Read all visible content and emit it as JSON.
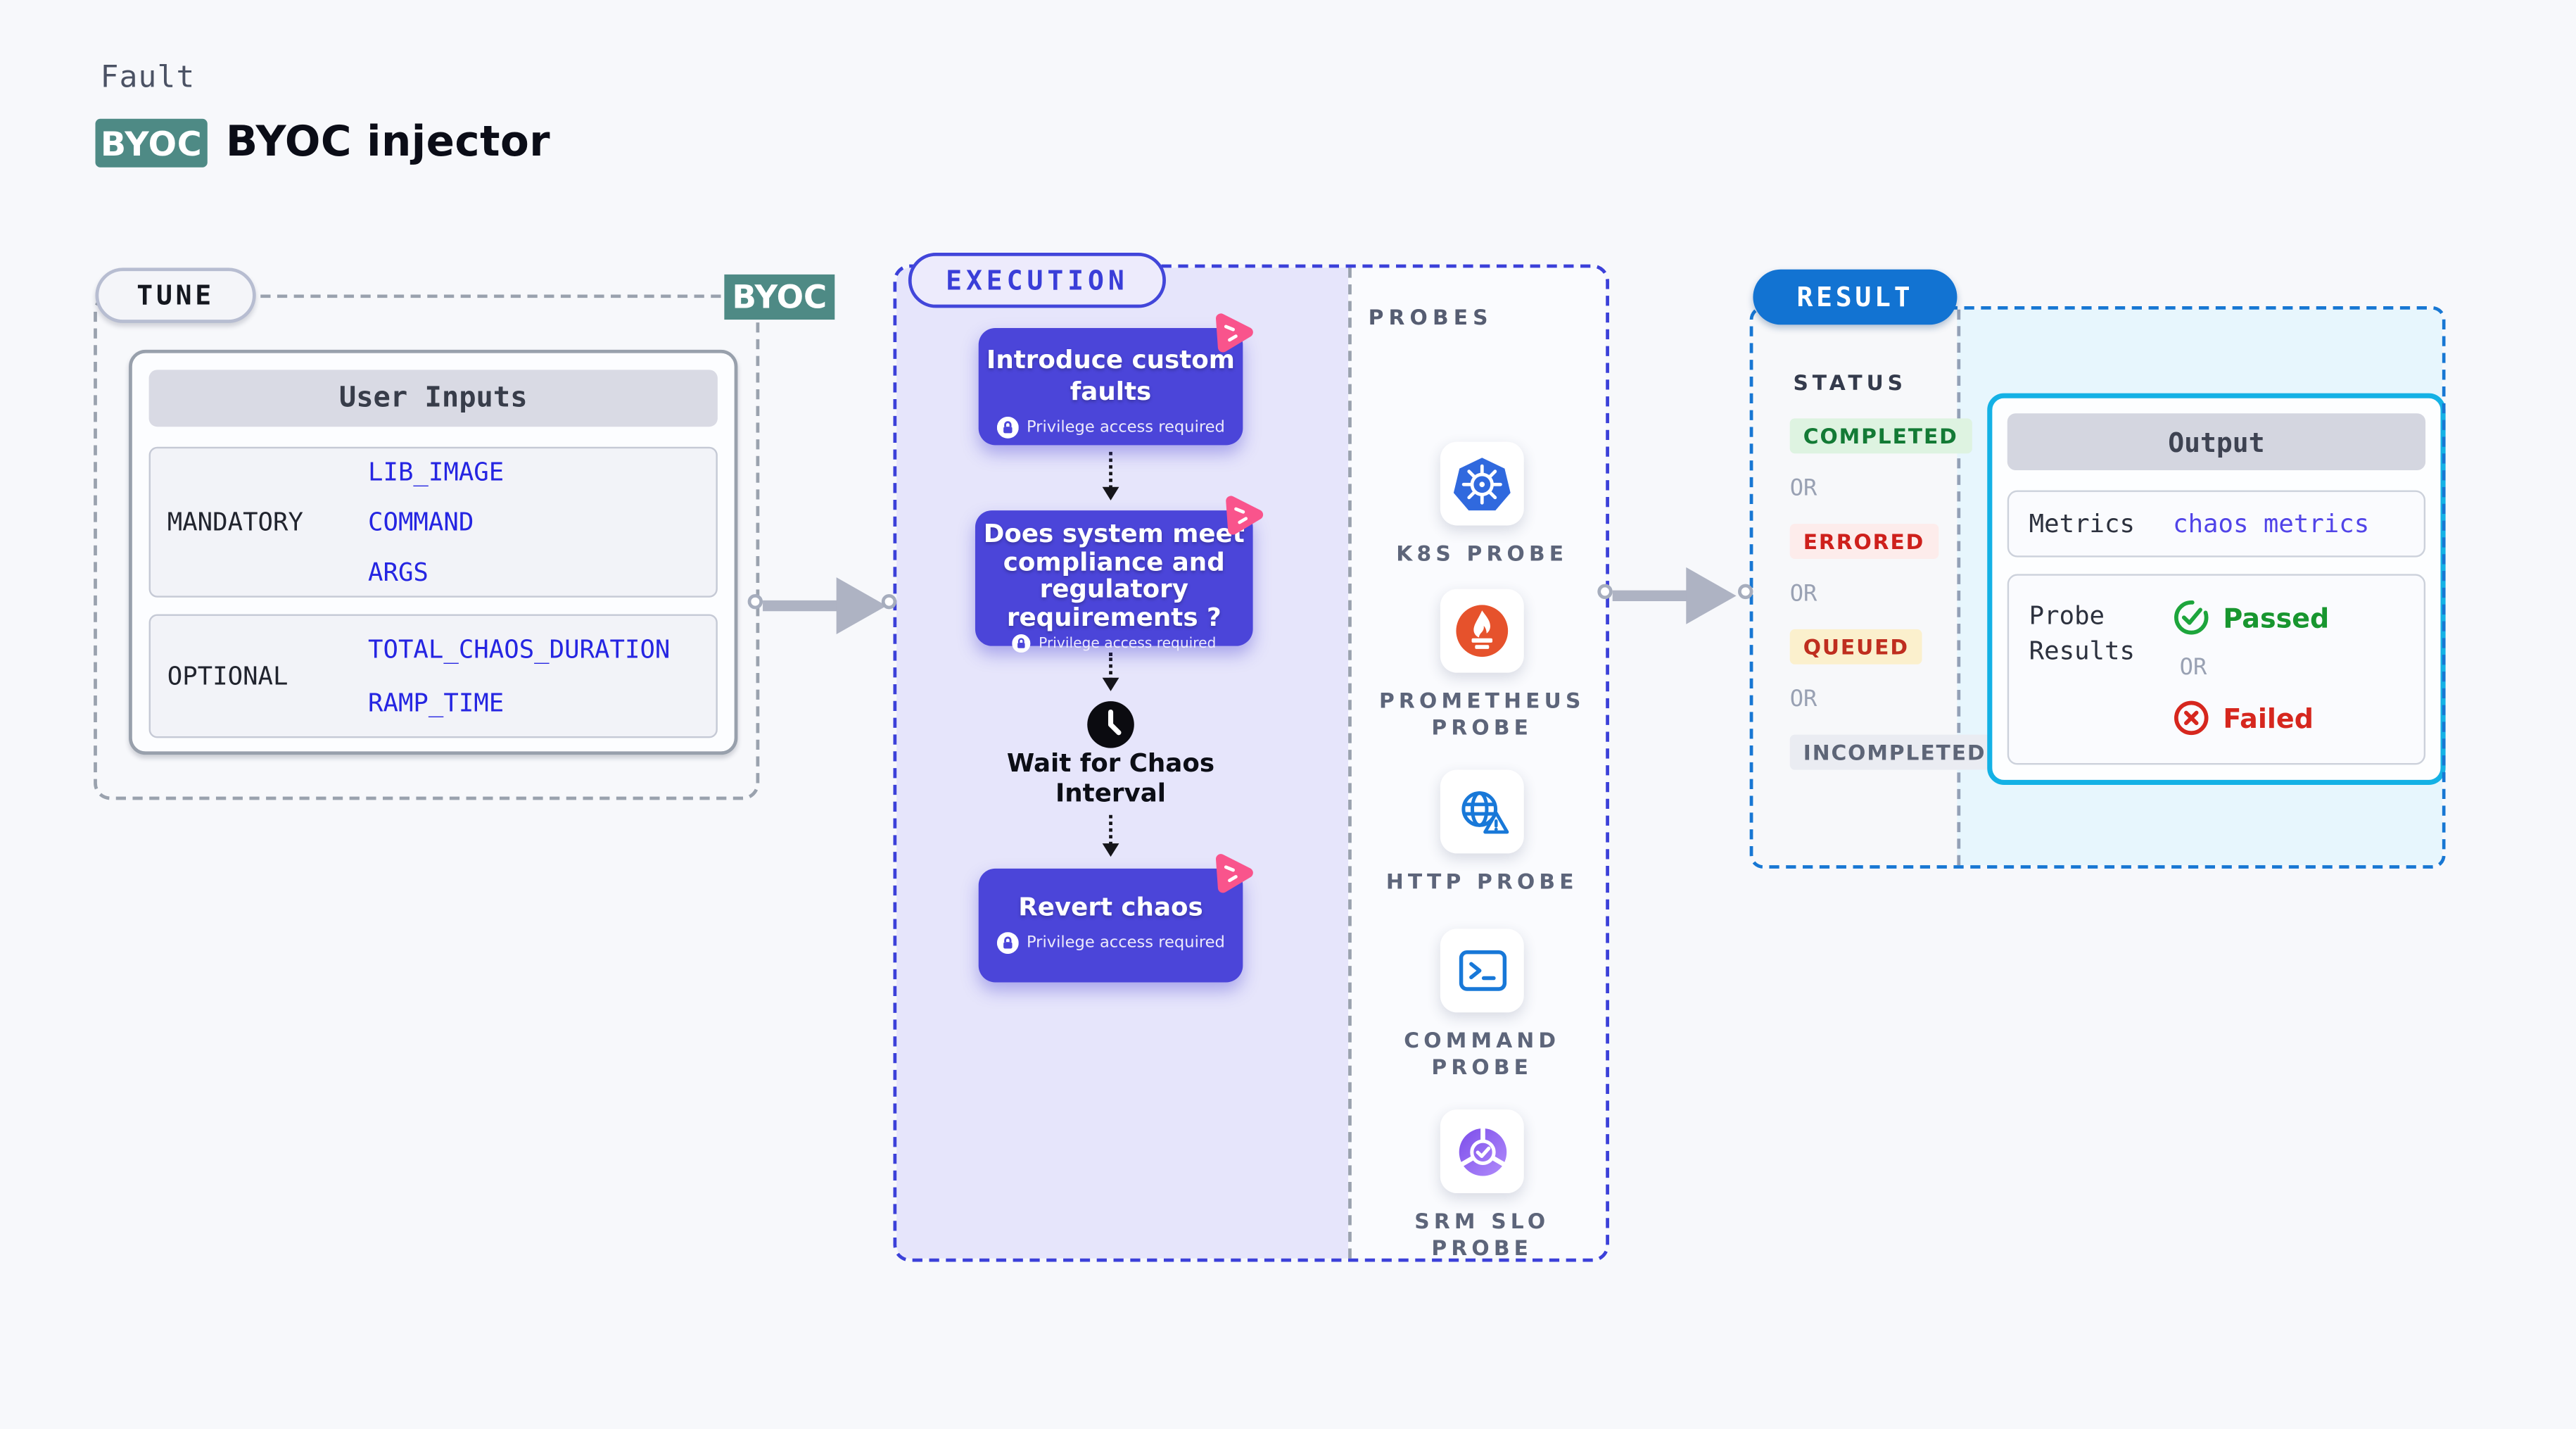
{
  "page": {
    "fault_label": "Fault",
    "byoc_badge": "BYOC",
    "title": "BYOC injector"
  },
  "tune": {
    "pill": "TUNE",
    "corner_badge": "BYOC",
    "table": {
      "title": "User Inputs",
      "rows": [
        {
          "label": "MANDATORY",
          "values": [
            "LIB_IMAGE",
            "COMMAND",
            "ARGS"
          ]
        },
        {
          "label": "OPTIONAL",
          "values": [
            "TOTAL_CHAOS_DURATION",
            "RAMP_TIME"
          ]
        }
      ]
    }
  },
  "execution": {
    "pill": "EXECUTION",
    "steps": {
      "step1": {
        "title": "Introduce custom faults",
        "note": "Privilege access required"
      },
      "step2": {
        "title": "Does system meet compliance and regulatory requirements ?",
        "note": "Privilege access required"
      },
      "wait": {
        "title": "Wait for Chaos Interval"
      },
      "step3": {
        "title": "Revert chaos",
        "note": "Privilege access required"
      }
    },
    "probes": {
      "label": "PROBES",
      "items": [
        {
          "name": "K8S PROBE",
          "icon": "kubernetes-icon"
        },
        {
          "name": "PROMETHEUS PROBE",
          "icon": "prometheus-icon"
        },
        {
          "name": "HTTP PROBE",
          "icon": "http-globe-icon"
        },
        {
          "name": "COMMAND PROBE",
          "icon": "terminal-icon"
        },
        {
          "name": "SRM SLO PROBE",
          "icon": "srm-slo-icon"
        }
      ]
    }
  },
  "result": {
    "pill": "RESULT",
    "status_label": "STATUS",
    "or_label": "OR",
    "statuses": [
      {
        "label": "COMPLETED",
        "kind": "success"
      },
      {
        "label": "ERRORED",
        "kind": "error"
      },
      {
        "label": "QUEUED",
        "kind": "warning"
      },
      {
        "label": "INCOMPLETED",
        "kind": "neutral"
      }
    ],
    "output": {
      "title": "Output",
      "metrics_label": "Metrics",
      "metrics_value": "chaos metrics",
      "probe_results_label": "Probe Results",
      "passed_label": "Passed",
      "failed_label": "Failed"
    }
  },
  "colors": {
    "teal_badge": "#4e8a85",
    "indigo_card": "#4b45d9",
    "execution_border": "#3b40d9",
    "execution_fill": "#e6e5fb",
    "result_border": "#1777d3",
    "result_pill": "#1273d2",
    "output_border": "#14b1e5",
    "output_fill": "#e7f6fd",
    "value_blue": "#2525e2",
    "metrics_blue": "#5144e8",
    "success_green": "#18962f",
    "fail_red": "#d6271e",
    "pink_logo": "#f9548c"
  }
}
